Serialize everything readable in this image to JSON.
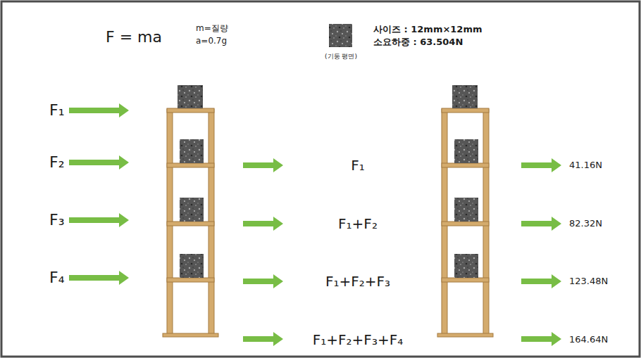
{
  "diagram": {
    "title": "F = ma",
    "labels": [
      "m=질량",
      "a=0.7g",
      "(기둥 평면)",
      "사이즈 : 12mm×12mm",
      "소요하중 : 63.504N",
      "F₁",
      "F₂",
      "F₃",
      "F₄",
      "F₁",
      "F₁+F₂",
      "F₁+F₂+F₃",
      "F₁+F₂+F₃+F₄",
      "41.16N",
      "82.32N",
      "123.48N",
      "164.64N"
    ]
  }
}
